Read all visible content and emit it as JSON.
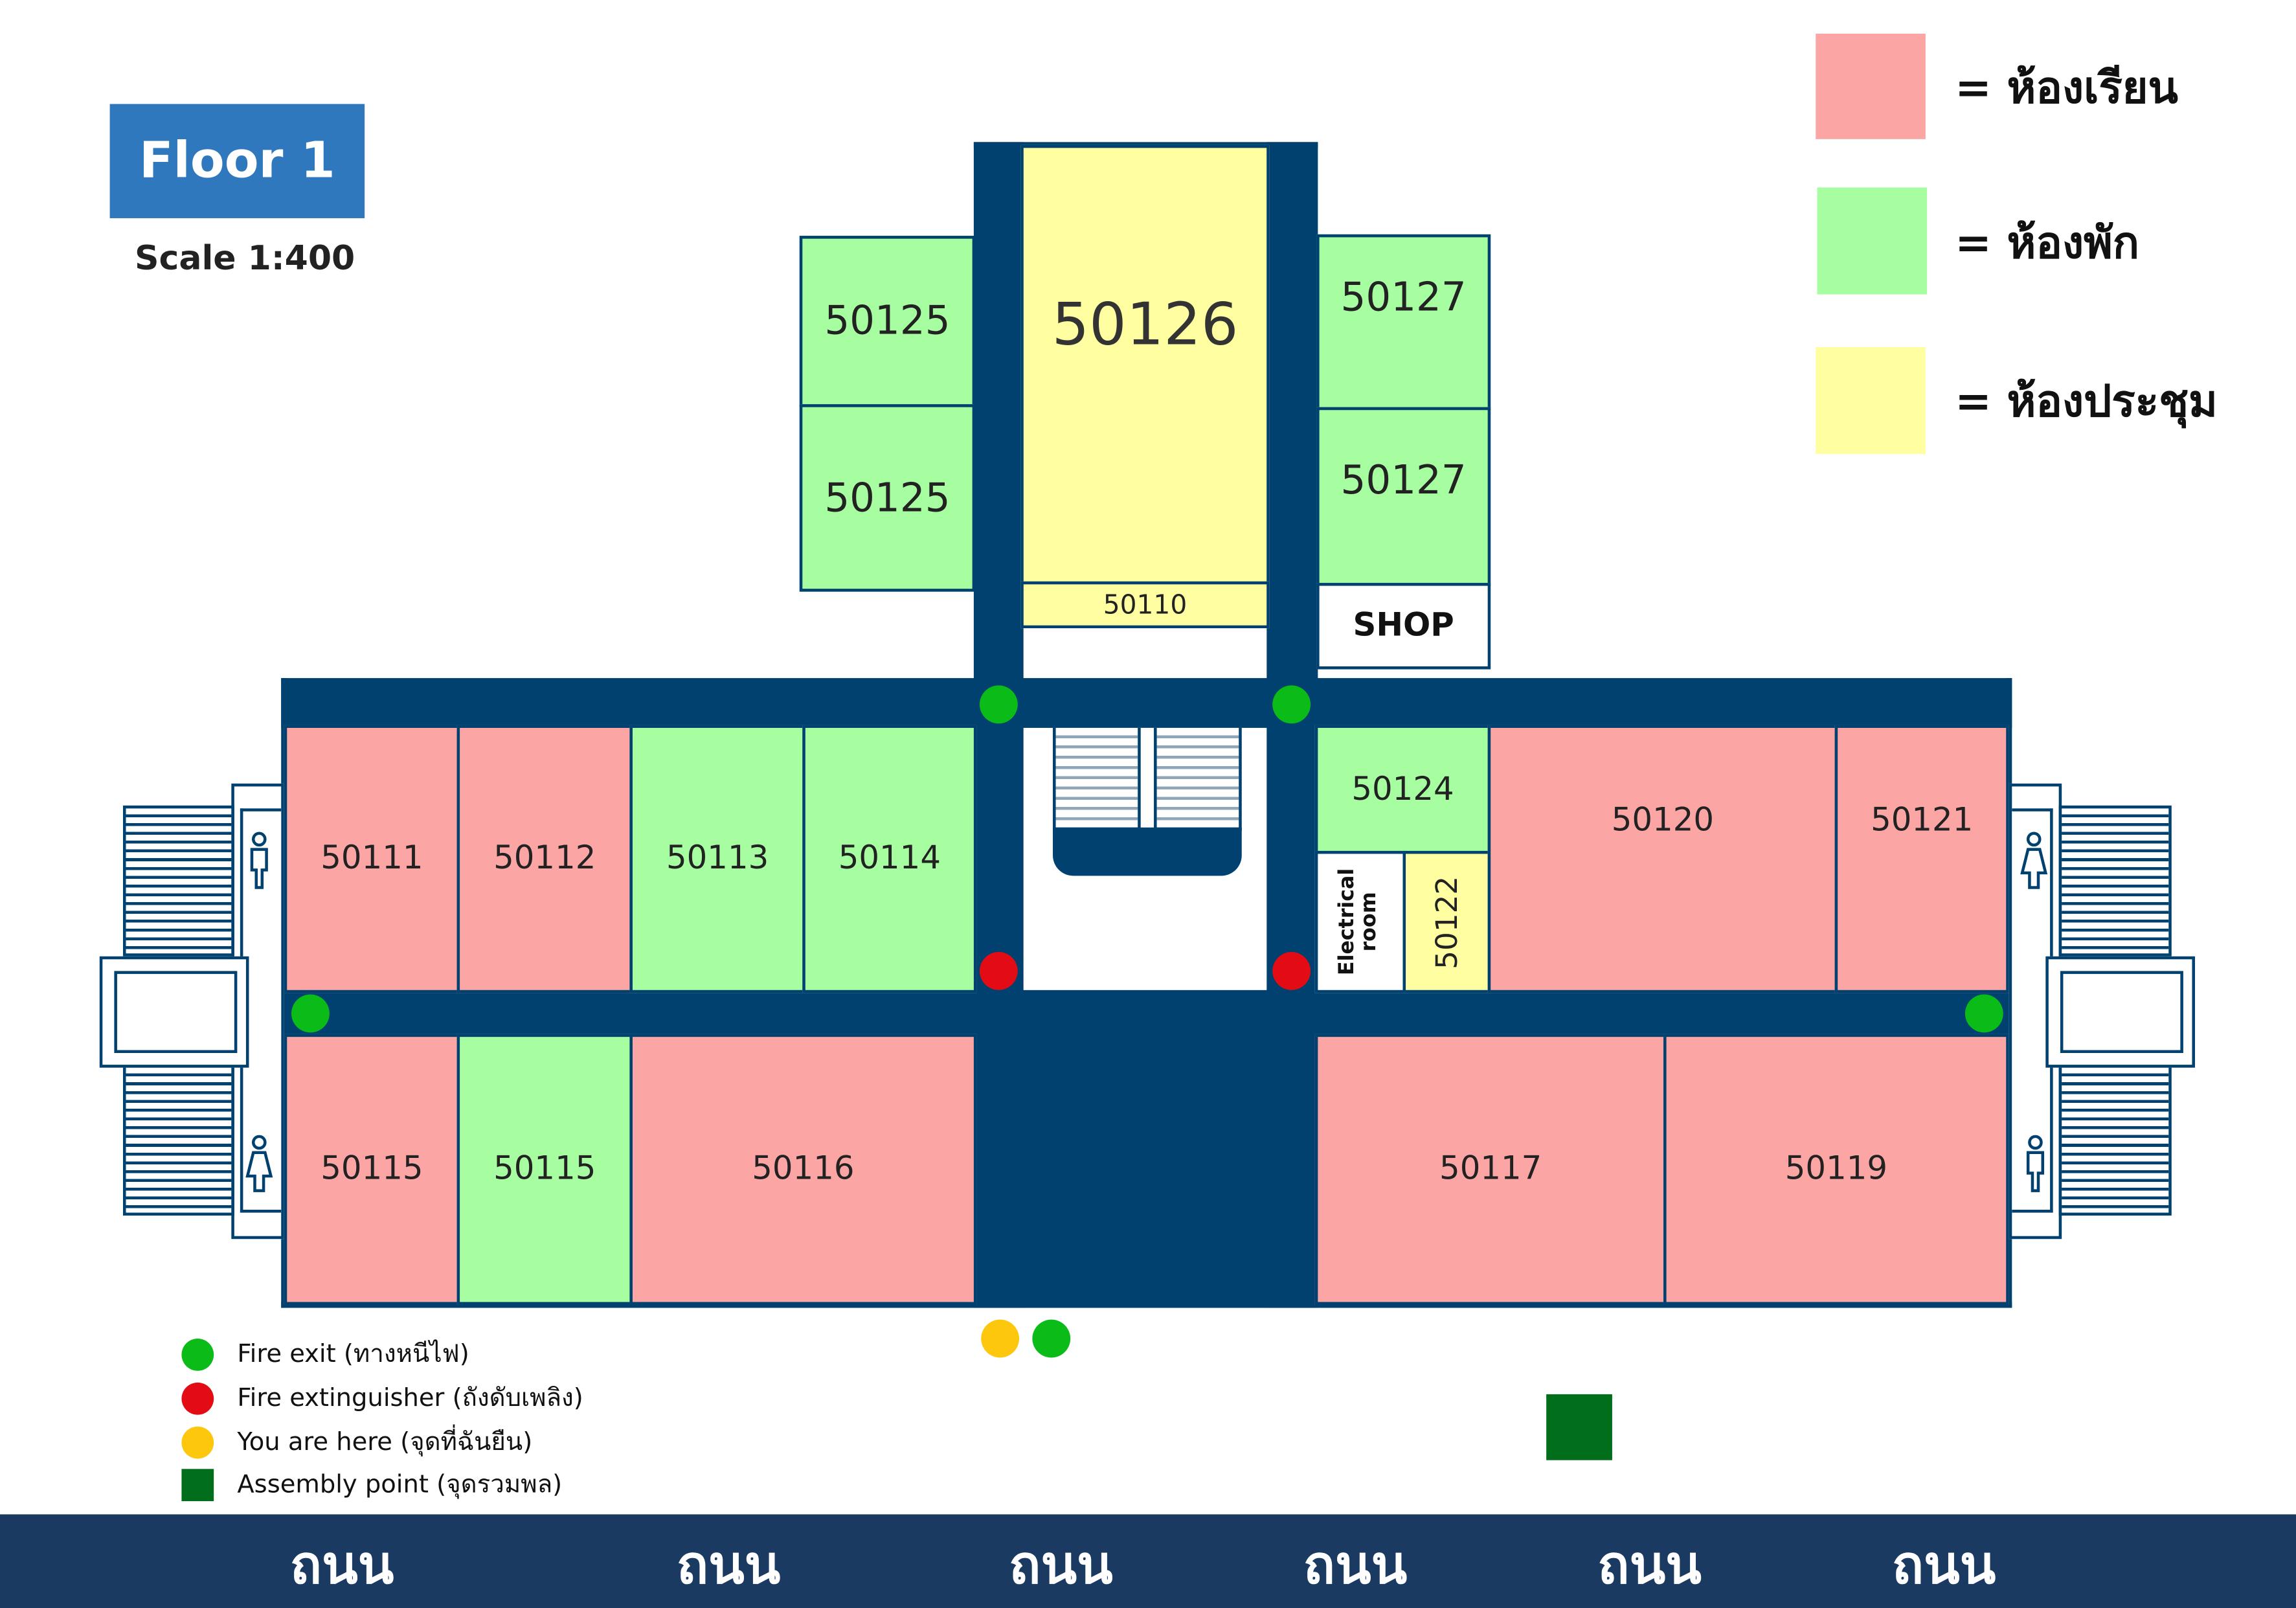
{
  "header": {
    "floor_label": "Floor 1",
    "scale": "Scale 1:400"
  },
  "legend": {
    "classroom": {
      "color": "#fba5a4",
      "label": "= ห้องเรียน"
    },
    "rest_room": {
      "color": "#a6fea1",
      "label": "= ห้องพัก"
    },
    "meeting_room": {
      "color": "#fffea1",
      "label": "= ห้องประชุม"
    }
  },
  "rooms": {
    "r50125a": "50125",
    "r50125b": "50125",
    "r50126": "50126",
    "r50127a": "50127",
    "r50127b": "50127",
    "r50110": "50110",
    "shop": "SHOP",
    "r50111": "50111",
    "r50112": "50112",
    "r50113": "50113",
    "r50114": "50114",
    "r50124": "50124",
    "electrical": "Electrical room",
    "r50122": "50122",
    "r50120": "50120",
    "r50121": "50121",
    "r50115a": "50115",
    "r50115b": "50115",
    "r50116": "50116",
    "r50117": "50117",
    "r50119": "50119"
  },
  "key": {
    "fire_exit": {
      "label": "Fire exit (ทางหนีไฟ)",
      "color": "#0bbc19"
    },
    "fire_extinguisher": {
      "label": "Fire extinguisher (ถังดับเพลิง)",
      "color": "#e30c14"
    },
    "you_are_here": {
      "label": "You are here (จุดที่ฉันยืน)",
      "color": "#fdc70d"
    },
    "assembly_point": {
      "label": "Assembly point (จุดรวมพล)",
      "color": "#006e1a"
    }
  },
  "road": {
    "label": "ถนน",
    "labels": [
      "ถนน",
      "ถนน",
      "ถนน",
      "ถนน",
      "ถนน",
      "ถนน"
    ],
    "color": "#1b3a61"
  },
  "colors": {
    "corridor": "#004170",
    "floor_badge": "#2f78bd"
  }
}
